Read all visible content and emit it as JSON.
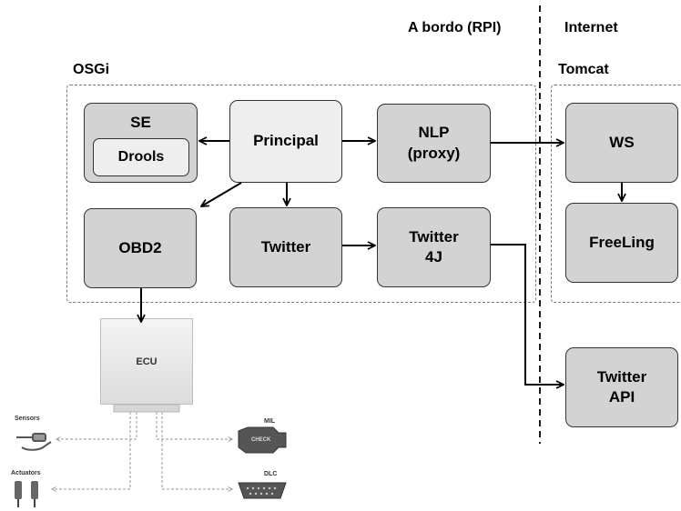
{
  "regions": {
    "onboard": "A bordo (RPI)",
    "internet": "Internet",
    "osgi": "OSGi",
    "tomcat": "Tomcat"
  },
  "components": {
    "se": "SE",
    "drools": "Drools",
    "principal": "Principal",
    "nlp": "NLP\n(proxy)",
    "obd2": "OBD2",
    "twitter": "Twitter",
    "twitter4j": "Twitter\n4J",
    "ws": "WS",
    "freeling": "FreeLing",
    "twitter_api": "Twitter\nAPI"
  },
  "ecu": {
    "label": "ECU",
    "sensors": "Sensors",
    "actuators": "Actuators",
    "mil": "MIL",
    "check": "CHECK",
    "dlc": "DLC"
  }
}
